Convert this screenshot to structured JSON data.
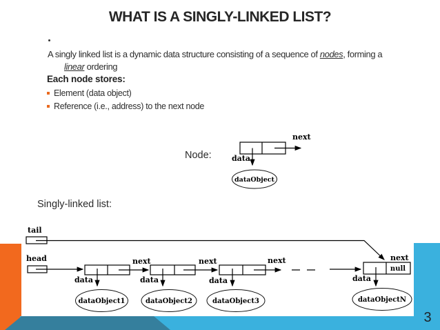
{
  "slide": {
    "title": "WHAT IS A SINGLY-LINKED LIST?",
    "stray_bullet": ".",
    "intro": {
      "line1_pre": "A singly linked list is a dynamic data structure consisting of a sequence of ",
      "line1_em": "nodes",
      "line1_post": ", forming a",
      "line2_em": "linear",
      "line2_post": " ordering"
    },
    "stores_heading": "Each node stores:",
    "bullets": [
      "Element (data object)",
      "Reference (i.e., address) to the next node"
    ],
    "node_label": "Node:",
    "list_label": "Singly-linked list:",
    "page_number": "3"
  },
  "node_diagram": {
    "next_label": "next",
    "data_label": "data",
    "object_label": "dataObject"
  },
  "list_diagram": {
    "tail_label": "tail",
    "head_label": "head",
    "next_label": "next",
    "data_label": "data",
    "null_label": "null",
    "objects": [
      "dataObject1",
      "dataObject2",
      "dataObject3",
      "dataObjectN"
    ]
  },
  "colors": {
    "accent_orange": "#f2691e",
    "accent_cyan": "#3ab1de",
    "accent_teal": "#357f9d",
    "bullet_orange": "#ea6a1f"
  }
}
